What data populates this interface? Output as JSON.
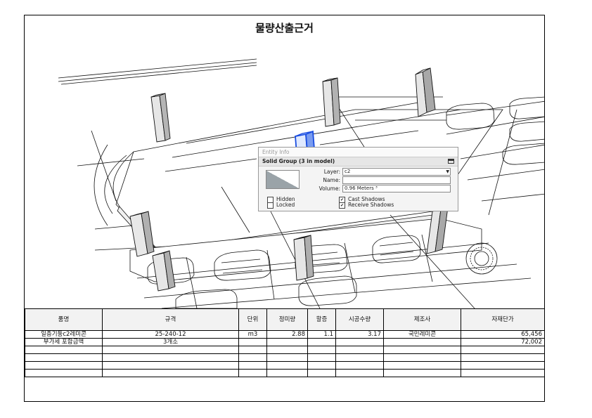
{
  "document": {
    "title": "물량산출근거"
  },
  "entity_info": {
    "window_title": "Entity Info",
    "group_title": "Solid Group (3 in model)",
    "layer_label": "Layer:",
    "layer_value": "c2",
    "name_label": "Name:",
    "name_value": "",
    "volume_label": "Volume:",
    "volume_value": "0.96 Meters ³",
    "hidden_label": "Hidden",
    "locked_label": "Locked",
    "cast_shadows_label": "Cast Shadows",
    "receive_shadows_label": "Receive Shadows",
    "hidden": false,
    "locked": false,
    "cast_shadows": true,
    "receive_shadows": true
  },
  "table": {
    "headers": [
      "품명",
      "규격",
      "단위",
      "정미량",
      "할증",
      "시공수량",
      "제조사",
      "자재단가"
    ],
    "rows": [
      [
        "일층기둥c2레미콘",
        "25-240-12",
        "m3",
        "2.88",
        "1.1",
        "3.17",
        "국민레미콘",
        "65,456"
      ],
      [
        "부가세 포함금액",
        "3개소",
        "",
        "",
        "",
        "",
        "",
        "72,002"
      ],
      [
        "",
        "",
        "",
        "",
        "",
        "",
        "",
        ""
      ],
      [
        "",
        "",
        "",
        "",
        "",
        "",
        "",
        ""
      ],
      [
        "",
        "",
        "",
        "",
        "",
        "",
        "",
        ""
      ],
      [
        "",
        "",
        "",
        "",
        "",
        "",
        "",
        ""
      ]
    ]
  }
}
